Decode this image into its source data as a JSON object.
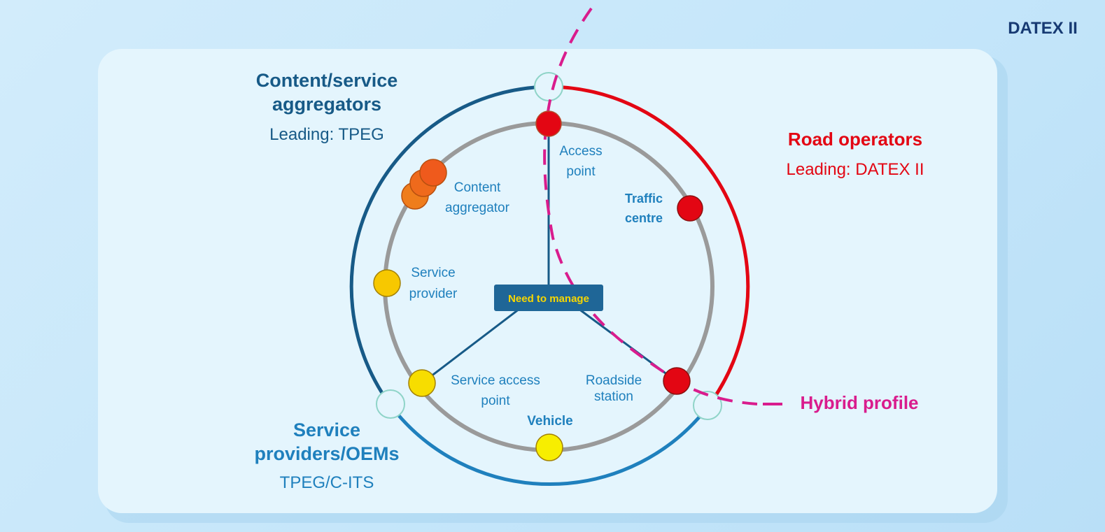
{
  "logo": {
    "text": "DATEX II"
  },
  "groups": {
    "aggregators": {
      "title_line1": "Content/service",
      "title_line2": "aggregators",
      "subtitle": "Leading: TPEG"
    },
    "road_operators": {
      "title": "Road operators",
      "subtitle": "Leading: DATEX II"
    },
    "service_providers": {
      "title_line1": "Service",
      "title_line2": "providers/OEMs",
      "subtitle": "TPEG/C-ITS"
    }
  },
  "nodes": {
    "access_point": {
      "line1": "Access",
      "line2": "point"
    },
    "content_aggregator": {
      "line1": "Content",
      "line2": "aggregator"
    },
    "traffic_centre": {
      "line1": "Traffic",
      "line2": "centre"
    },
    "service_provider": {
      "line1": "Service",
      "line2": "provider"
    },
    "service_access_point": {
      "line1": "Service access",
      "line2": "point"
    },
    "roadside_station": {
      "line1": "Roadside",
      "line2": "station"
    },
    "vehicle": {
      "label": "Vehicle"
    }
  },
  "center": {
    "label": "Need to manage"
  },
  "hybrid": {
    "label": "Hybrid profile"
  },
  "colors": {
    "dark_blue": "#175a87",
    "blue": "#1f80bd",
    "red": "#e30613",
    "magenta": "#d91c8d",
    "orange": "#ef6a1c",
    "yellow": "#f7d600",
    "ring_grey": "#9a9a9a",
    "panel": "#e4f5fd"
  }
}
